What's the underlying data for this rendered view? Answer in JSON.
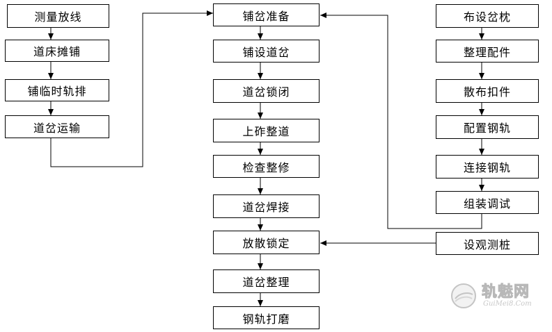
{
  "diagram": {
    "left_column": [
      "测量放线",
      "道床摊铺",
      "铺临时轨排",
      "道岔运输"
    ],
    "center_column": [
      "铺岔准备",
      "铺设道岔",
      "道岔锁闭",
      "上砟整道",
      "检查整修",
      "道岔焊接",
      "放散锁定",
      "道岔整理",
      "钢轨打磨"
    ],
    "right_column": [
      "布设岔枕",
      "整理配件",
      "散布扣件",
      "配置钢轨",
      "连接钢轨",
      "组装调试"
    ],
    "survey_box": "设观测桩"
  },
  "watermark": {
    "title": "轨魅网",
    "domain": "GuiMei8.Com"
  },
  "colors": {
    "stroke": "#000000",
    "box_fill": "#ffffff"
  }
}
